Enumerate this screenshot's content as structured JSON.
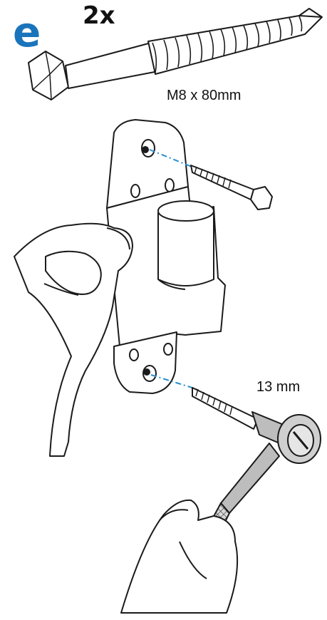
{
  "step": {
    "letter": "e"
  },
  "quantity": {
    "label": "2x"
  },
  "screw": {
    "size_label": "M8 x 80mm"
  },
  "wrench": {
    "size_label": "13 mm"
  },
  "colors": {
    "step_letter": "#1a74bb",
    "guide_line": "#2a8fd0",
    "outline": "#1b1b1b",
    "wrench_fill": "#bdbdbd"
  },
  "icons": [
    "lag-screw-icon",
    "mounting-bracket-icon",
    "hand-icon",
    "socket-wrench-icon"
  ]
}
